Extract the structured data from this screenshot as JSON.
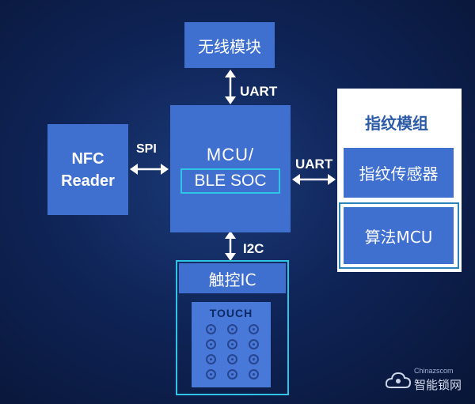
{
  "wireless_module": {
    "label": "无线模块"
  },
  "nfc_reader": {
    "line1": "NFC",
    "line2": "Reader"
  },
  "mcu_block": {
    "line1": "MCU/",
    "line2": "BLE SOC"
  },
  "fingerprint_module": {
    "title": "指纹模组",
    "sensor": "指纹传感器",
    "algorithm_mcu": "算法MCU"
  },
  "touch_block": {
    "ic": "触控IC",
    "pad_label": "TOUCH"
  },
  "connections": {
    "wireless_mcu": "UART",
    "nfc_mcu": "SPI",
    "mcu_fingerprint": "UART",
    "mcu_touch": "I2C"
  },
  "watermark": {
    "site": "Chinazscom",
    "name": "智能锁网"
  },
  "colors": {
    "background": "#0f2457",
    "block": "#3f6fcf",
    "highlight_border": "#2fc4e6",
    "fingerprint_title": "#2b5aa6"
  }
}
